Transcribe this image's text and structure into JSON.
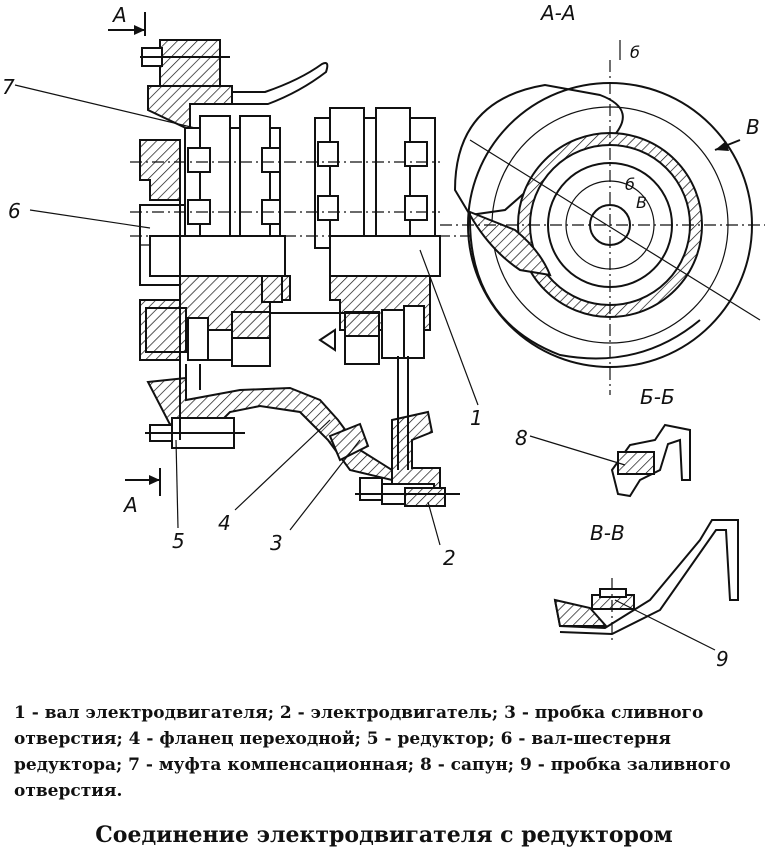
{
  "figure": {
    "section_labels": {
      "aa_marker_top": "A",
      "aa_marker_bottom": "A",
      "aa_title": "А-А",
      "bb_title": "Б-Б",
      "vv_title": "В-В",
      "b_marker": "б",
      "b_marker_inner": "б",
      "v_marker": "В",
      "v_marker_inner": "В"
    },
    "callouts": [
      "1",
      "2",
      "3",
      "4",
      "5",
      "6",
      "7",
      "8",
      "9"
    ]
  },
  "legend": {
    "text": "1 - вал электродвигателя; 2 - электродвигатель; 3 - пробка сливного отверстия; 4 - фланец переходной; 5 - редуктор; 6 - вал-шестерня редуктора; 7 - муфта компенсационная; 8 - сапун; 9 - пробка заливного отверстия."
  },
  "title": "Соединение электродвигателя с редуктором"
}
